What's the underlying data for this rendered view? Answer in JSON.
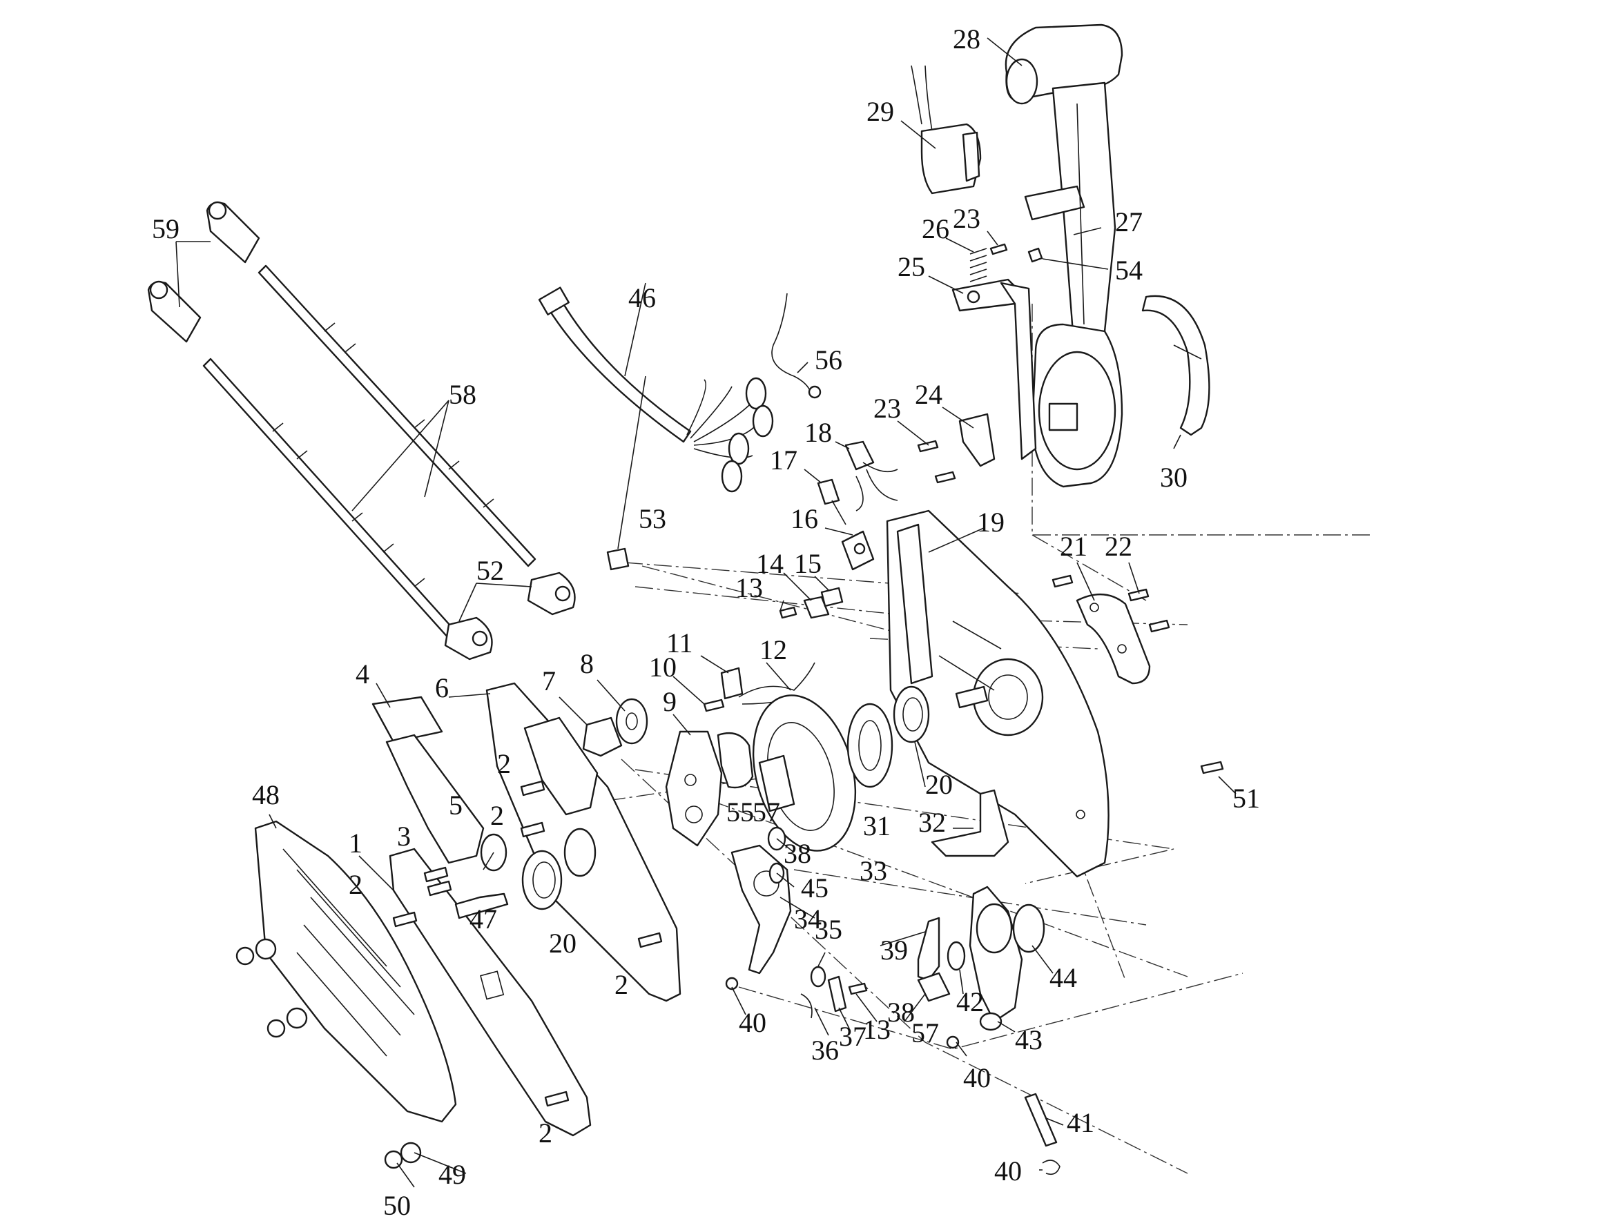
{
  "diagram": {
    "callouts": [
      {
        "id": "c28",
        "text": "28"
      },
      {
        "id": "c29",
        "text": "29"
      },
      {
        "id": "c27",
        "text": "27"
      },
      {
        "id": "c23a",
        "text": "23"
      },
      {
        "id": "c26",
        "text": "26"
      },
      {
        "id": "c54",
        "text": "54"
      },
      {
        "id": "c25",
        "text": "25"
      },
      {
        "id": "c59",
        "text": "59"
      },
      {
        "id": "c46",
        "text": "46"
      },
      {
        "id": "c56",
        "text": "56"
      },
      {
        "id": "c58",
        "text": "58"
      },
      {
        "id": "c23b",
        "text": "23"
      },
      {
        "id": "c24",
        "text": "24"
      },
      {
        "id": "c18",
        "text": "18"
      },
      {
        "id": "c30",
        "text": "30"
      },
      {
        "id": "c17",
        "text": "17"
      },
      {
        "id": "c53",
        "text": "53"
      },
      {
        "id": "c16",
        "text": "16"
      },
      {
        "id": "c19",
        "text": "19"
      },
      {
        "id": "c21",
        "text": "21"
      },
      {
        "id": "c22",
        "text": "22"
      },
      {
        "id": "c14",
        "text": "14"
      },
      {
        "id": "c15",
        "text": "15"
      },
      {
        "id": "c13a",
        "text": "13"
      },
      {
        "id": "c52",
        "text": "52"
      },
      {
        "id": "c11",
        "text": "11"
      },
      {
        "id": "c12",
        "text": "12"
      },
      {
        "id": "c10",
        "text": "10"
      },
      {
        "id": "c4",
        "text": "4"
      },
      {
        "id": "c6",
        "text": "6"
      },
      {
        "id": "c7",
        "text": "7"
      },
      {
        "id": "c8",
        "text": "8"
      },
      {
        "id": "c9",
        "text": "9"
      },
      {
        "id": "c2a",
        "text": "2"
      },
      {
        "id": "c5",
        "text": "5"
      },
      {
        "id": "c2b",
        "text": "2"
      },
      {
        "id": "c55",
        "text": "55"
      },
      {
        "id": "c57a",
        "text": "57"
      },
      {
        "id": "c31",
        "text": "31"
      },
      {
        "id": "c20a",
        "text": "20"
      },
      {
        "id": "c51",
        "text": "51"
      },
      {
        "id": "c32",
        "text": "32"
      },
      {
        "id": "c48",
        "text": "48"
      },
      {
        "id": "c38a",
        "text": "38"
      },
      {
        "id": "c3",
        "text": "3"
      },
      {
        "id": "c1",
        "text": "1"
      },
      {
        "id": "c33",
        "text": "33"
      },
      {
        "id": "c45",
        "text": "45"
      },
      {
        "id": "c2c",
        "text": "2"
      },
      {
        "id": "c47",
        "text": "47"
      },
      {
        "id": "c34",
        "text": "34"
      },
      {
        "id": "c35",
        "text": "35"
      },
      {
        "id": "c20b",
        "text": "20"
      },
      {
        "id": "c39",
        "text": "39"
      },
      {
        "id": "c44",
        "text": "44"
      },
      {
        "id": "c42",
        "text": "42"
      },
      {
        "id": "c2d",
        "text": "2"
      },
      {
        "id": "c40a",
        "text": "40"
      },
      {
        "id": "c38b",
        "text": "38"
      },
      {
        "id": "c57b",
        "text": "57"
      },
      {
        "id": "c36",
        "text": "36"
      },
      {
        "id": "c37",
        "text": "37"
      },
      {
        "id": "c13b",
        "text": "13"
      },
      {
        "id": "c43",
        "text": "43"
      },
      {
        "id": "c40b",
        "text": "40"
      },
      {
        "id": "c2e",
        "text": "2"
      },
      {
        "id": "c41",
        "text": "41"
      },
      {
        "id": "c49",
        "text": "49"
      },
      {
        "id": "c40c",
        "text": "40"
      },
      {
        "id": "c50",
        "text": "50"
      }
    ]
  }
}
